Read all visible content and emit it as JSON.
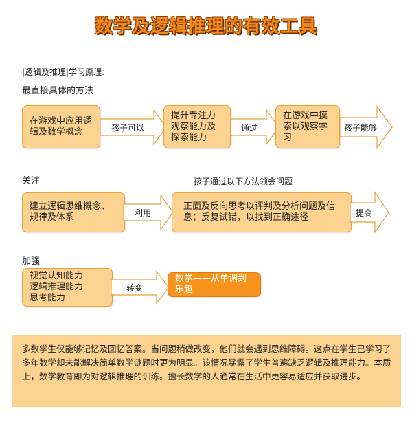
{
  "title": "数学及逻辑推理的有效工具",
  "principle_label": "|逻辑及推理|学习原理:",
  "sections": {
    "direct": "最直接具体的方法",
    "focus": "关注",
    "strengthen": "加强"
  },
  "row1": {
    "box1": "在游戏中应用逻辑及数学概念",
    "arrow1": "孩子可以",
    "box2": "提升专注力观察能力及探索能力",
    "arrow2": "通过",
    "box3": "在游戏中摸索以观察学习",
    "arrow3": "孩子能够"
  },
  "row2": {
    "caption": "孩子通过以下方法领会问题",
    "box1": "建立逻辑思维概念、规律及体系",
    "arrow1": "利用",
    "box2": "正面及反向思考以评判及分析问题及信息；反复试错，以找到正确途径",
    "arrow2": "提高"
  },
  "row3": {
    "box1_line1": "视觉认知能力",
    "box1_line2": "逻辑推理能力",
    "box1_line3": "思考能力",
    "arrow1": "转变",
    "box2": "数学——从单调到乐趣"
  },
  "paragraph": "多数学生仅能够记忆及回忆答案。当问题稍做改变，他们就会遇到思维障碍。这点在学生已学习了多年数学却未能解决简单数学谜题时更为明显。该情况暴露了学生普遍缺乏逻辑及推理能力。本质上，数学教育即为对逻辑推理的训练。擅长数学的人通常在生活中更容易适应并获取进步。",
  "colors": {
    "box_fill": "#fbd28f",
    "box_border": "#e8a13c",
    "accent_orange": "#f7941d",
    "title_orange": "#f08a1c"
  }
}
